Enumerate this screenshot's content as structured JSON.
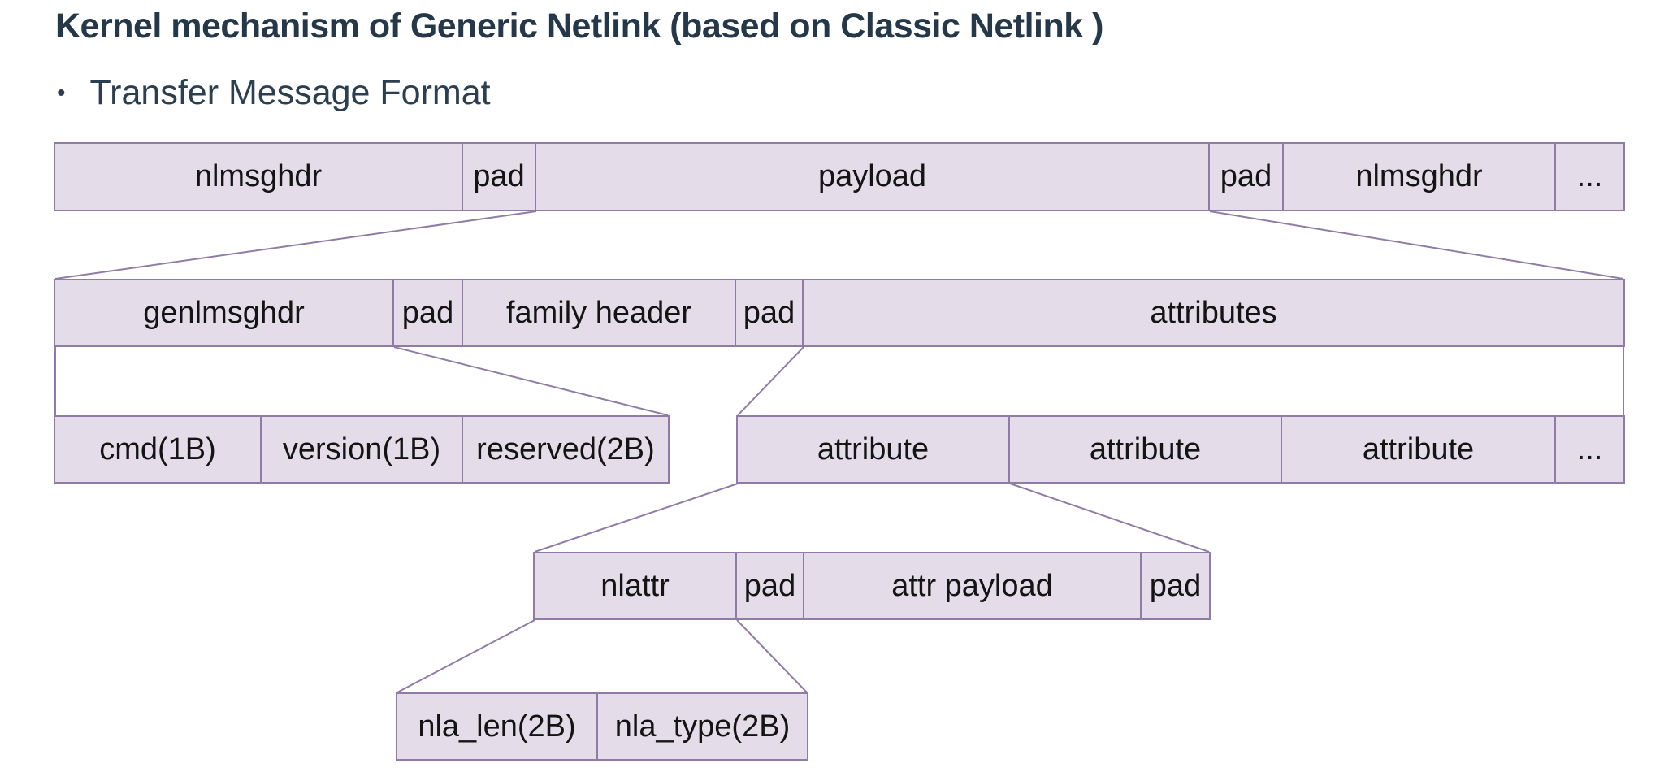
{
  "slide": {
    "title": "Kernel mechanism of Generic Netlink (based on Classic Netlink )",
    "bullet": {
      "marker": "•",
      "text": "Transfer Message Format"
    }
  },
  "colors": {
    "background": "#ffffff",
    "box_fill": "#e5dcea",
    "box_border": "#8f7ca6",
    "title_text": "#24384a",
    "bullet_text": "#2b3f50",
    "cell_text": "#141414"
  },
  "diagram": {
    "row1": [
      "nlmsghdr",
      "pad",
      "payload",
      "pad",
      "nlmsghdr",
      "..."
    ],
    "row2": [
      "genlmsghdr",
      "pad",
      "family header",
      "pad",
      "attributes"
    ],
    "row3_left": [
      "cmd(1B)",
      "version(1B)",
      "reserved(2B)"
    ],
    "row3_right": [
      "attribute",
      "attribute",
      "attribute",
      "..."
    ],
    "row4": [
      "nlattr",
      "pad",
      "attr payload",
      "pad"
    ],
    "row5": [
      "nla_len(2B)",
      "nla_type(2B)"
    ]
  }
}
